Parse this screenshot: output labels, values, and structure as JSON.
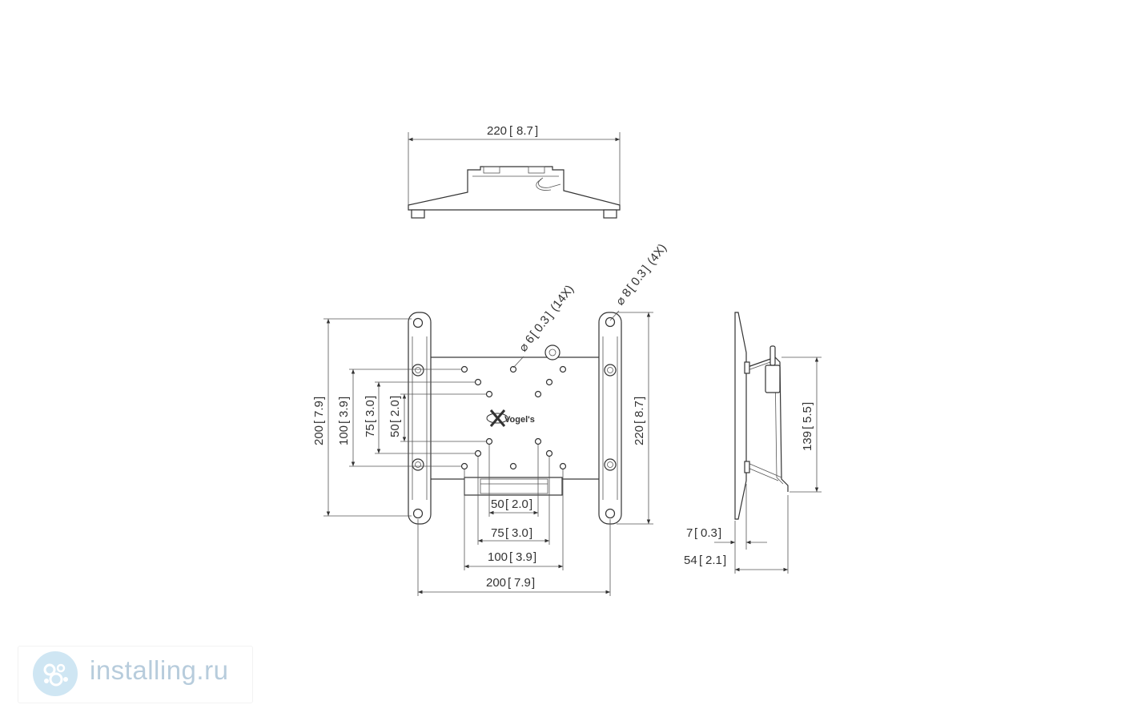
{
  "top_view": {
    "width_label": "220",
    "width_inch": "8.7"
  },
  "front_view": {
    "hole_small_label": "6",
    "hole_small_inch": "0.3",
    "hole_small_count": "(14X)",
    "hole_large_label": "8",
    "hole_large_inch": "0.3",
    "hole_large_count": "(4X)",
    "height_total_label": "200",
    "height_total_inch": "7.9",
    "v100_label": "100",
    "v100_inch": "3.9",
    "v75_label": "75",
    "v75_inch": "3.0",
    "v50_label": "50",
    "v50_inch": "2.0",
    "height_right_label": "220",
    "height_right_inch": "8.7",
    "h50_label": "50",
    "h50_inch": "2.0",
    "h75_label": "75",
    "h75_inch": "3.0",
    "h100_label": "100",
    "h100_inch": "3.9",
    "h200_label": "200",
    "h200_inch": "7.9",
    "brand_text": "Vogel's"
  },
  "side_view": {
    "height_label": "139",
    "height_inch": "5.5",
    "depth_small_label": "7",
    "depth_small_inch": "0.3",
    "depth_total_label": "54",
    "depth_total_inch": "2.1"
  },
  "watermark": {
    "text": "installing.ru"
  }
}
